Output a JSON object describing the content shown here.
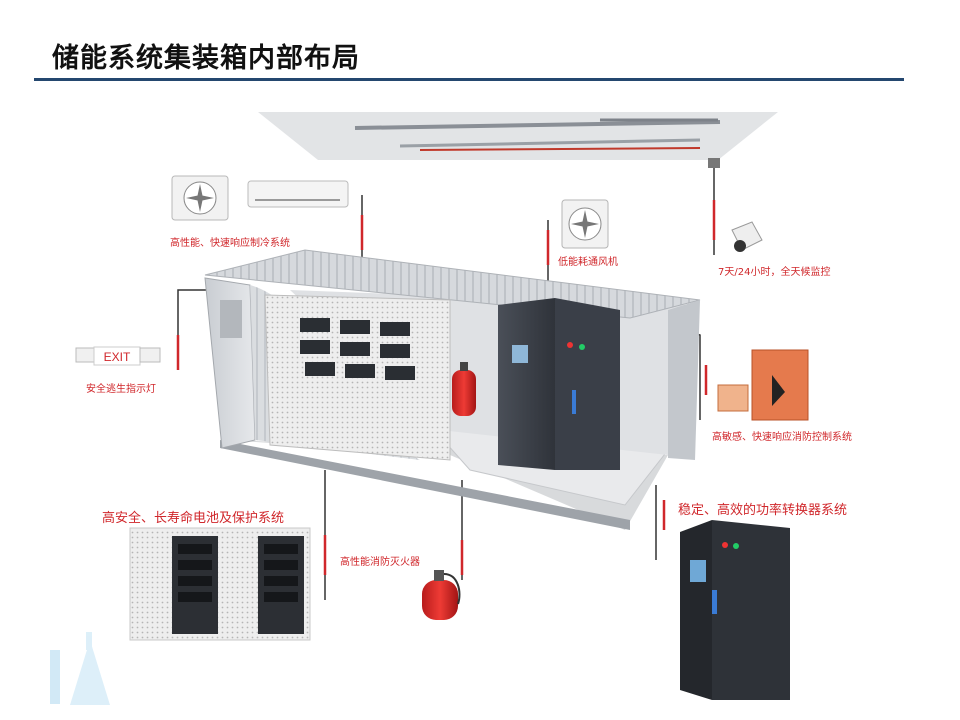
{
  "title": "储能系统集装箱内部布局",
  "labels": {
    "hvac": "高性能、快速响应制冷系统",
    "fan": "低能耗通风机",
    "camera": "7天/24小时，全天候监控",
    "exit": "安全逃生指示灯",
    "fire_control": "高敏感、快速响应消防控制系统",
    "battery": "高安全、长寿命电池及保护系统",
    "extinguisher": "高性能消防灭火器",
    "pcs": "稳定、高效的功率转换器系统"
  },
  "exit_sign_text": "EXIT",
  "colors": {
    "accent": "#d0272b",
    "title_rule": "#24476f",
    "leader_dark": "#333333",
    "cabinet": "#3a3f48"
  },
  "icons": [
    "air-conditioner-icon",
    "ventilation-fan-icon",
    "security-camera-icon",
    "exit-sign-icon",
    "fire-control-panel-icon",
    "fire-extinguisher-icon"
  ]
}
